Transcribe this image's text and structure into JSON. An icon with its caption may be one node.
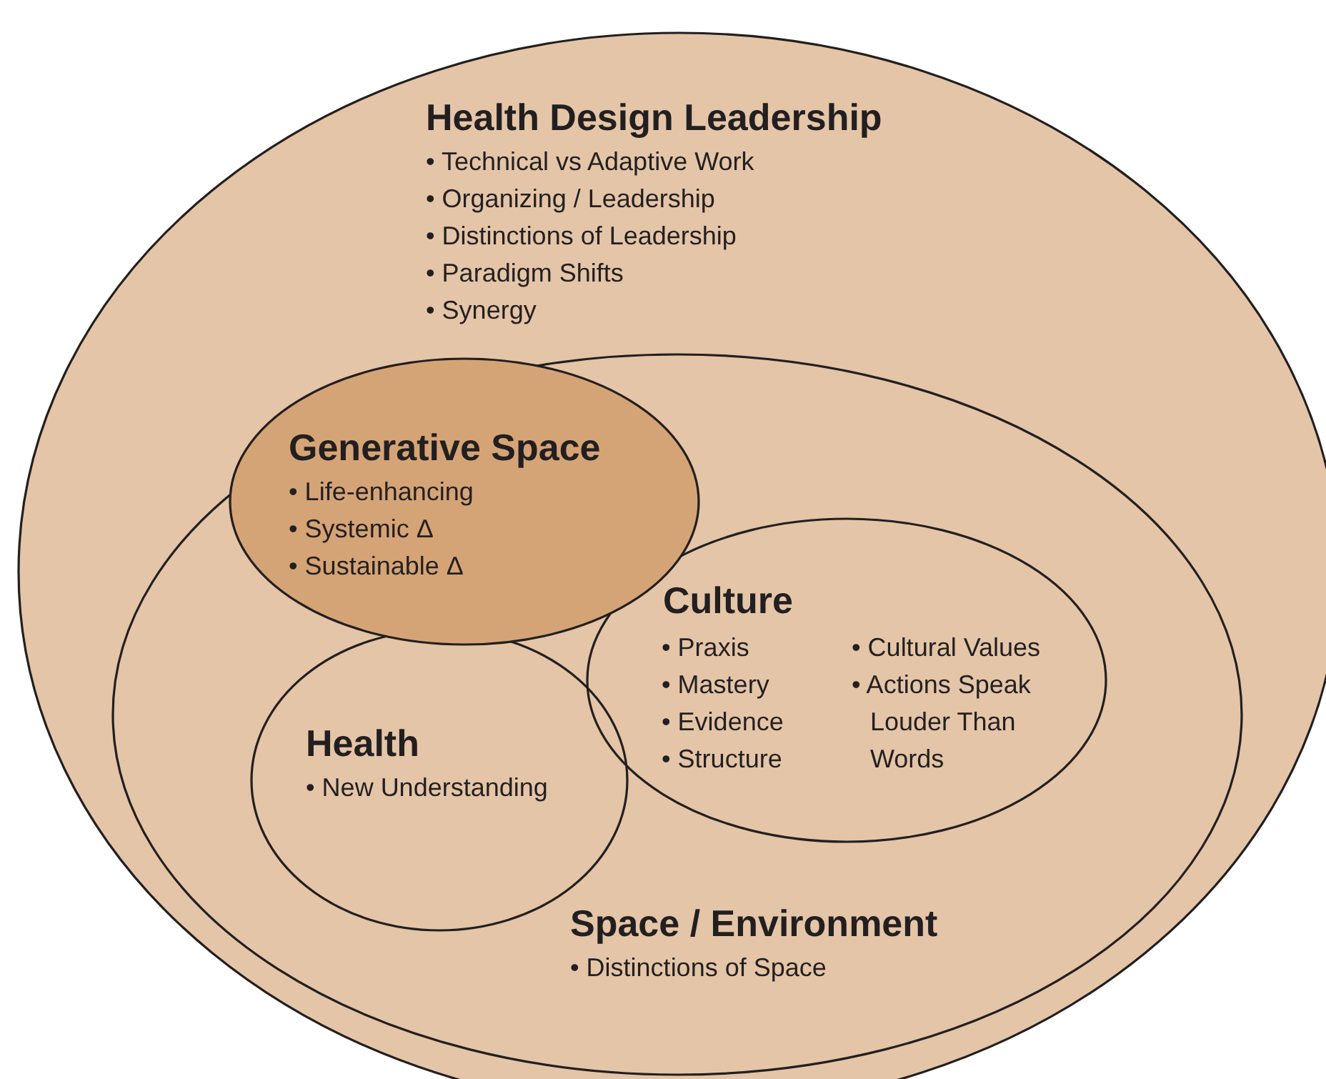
{
  "diagram": {
    "nodes": [
      {
        "text": [
          "Health Design Leadership",
          "• Technical vs Adaptive Work",
          "• Organizing / Leadership",
          "• Distinctions of Leadership",
          "• Paradigm Shifts",
          "• Synergy"
        ]
      },
      {
        "text": [
          "Space / Environment",
          "• Distinctions of Space"
        ],
        "in": 0
      },
      {
        "text": [
          "Generative Space",
          "• Life-enhancing",
          "• Systemic Δ",
          "• Sustainable Δ"
        ],
        "in": 1
      },
      {
        "text": [
          "Culture",
          "• Praxis",
          "• Mastery",
          "• Evidence",
          "• Structure",
          "• Cultural Values",
          "• Actions Speak Louder Than Words"
        ],
        "in": 1
      },
      {
        "text": [
          "Health",
          "• New Understanding"
        ],
        "in": 1
      }
    ]
  }
}
